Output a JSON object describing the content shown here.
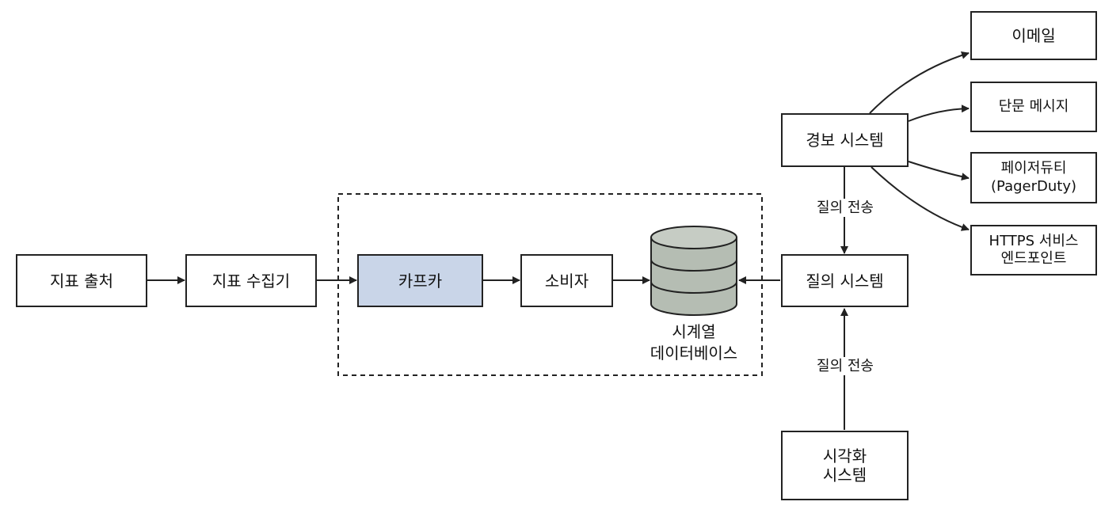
{
  "nodes": {
    "metric_source": "지표 출처",
    "metric_collector": "지표 수집기",
    "kafka": "카프카",
    "consumer": "소비자",
    "tsdb_line1": "시계열",
    "tsdb_line2": "데이터베이스",
    "query_system": "질의 시스템",
    "alert_system": "경보 시스템",
    "visualization_line1": "시각화",
    "visualization_line2": "시스템",
    "email": "이메일",
    "sms": "단문 메시지",
    "pagerduty_line1": "페이저듀티",
    "pagerduty_line2": "(PagerDuty)",
    "https_line1": "HTTPS 서비스",
    "https_line2": "엔드포인트"
  },
  "edge_labels": {
    "alert_to_query": "질의 전송",
    "visualization_to_query": "질의 전송"
  },
  "colors": {
    "kafka_fill": "#c9d5e8",
    "db_fill": "#b5bdb3",
    "stroke": "#222222"
  }
}
